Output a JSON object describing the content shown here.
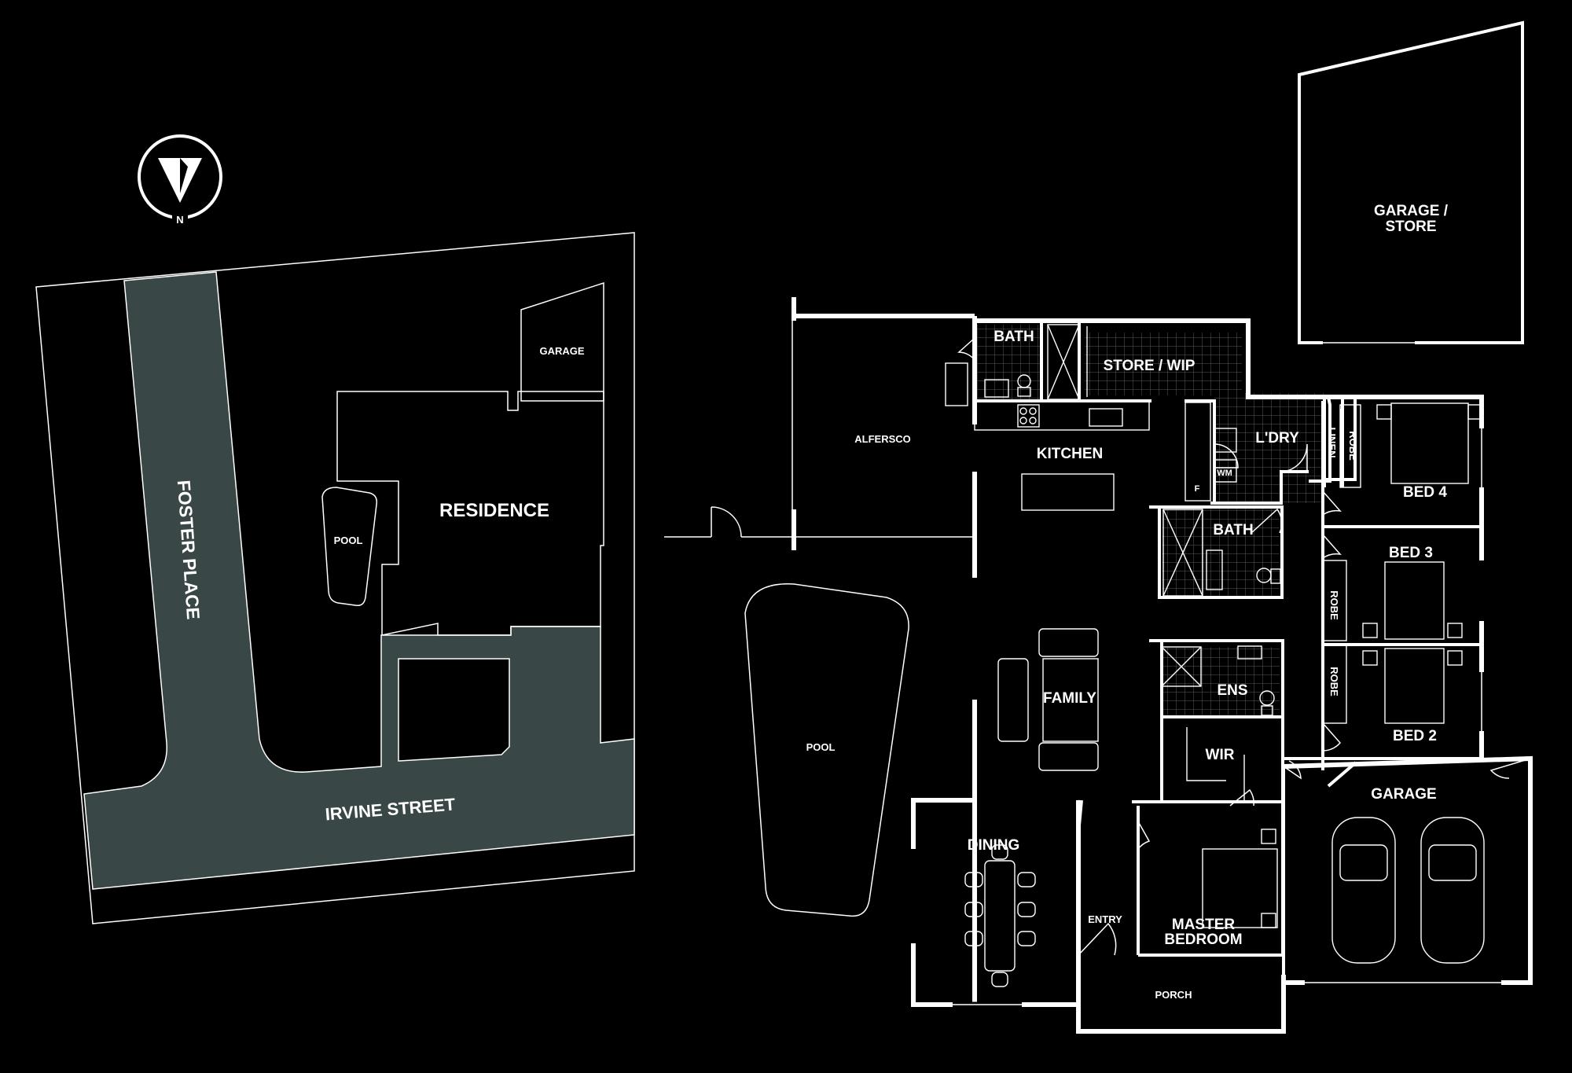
{
  "compass": {
    "north_label": "N"
  },
  "site_plan": {
    "street_south": "IRVINE STREET",
    "street_west": "FOSTER PLACE",
    "residence": "RESIDENCE",
    "garage": "GARAGE",
    "pool": "POOL"
  },
  "floor_plan": {
    "rooms": {
      "garage_store": [
        "GARAGE /",
        "STORE"
      ],
      "bath_1": "BATH",
      "store_wip": "STORE / WIP",
      "alfresco": "ALFERSCO",
      "kitchen": "KITCHEN",
      "laundry": "L'DRY",
      "linen": "LINEN",
      "robe_bed4": "ROBE",
      "bed_4": "BED 4",
      "bath_2": "BATH",
      "bed_3": "BED 3",
      "robe_bed3": "ROBE",
      "robe_bed2": "ROBE",
      "bed_2": "BED 2",
      "family": "FAMILY",
      "ensuite": "ENS",
      "wir": "WIR",
      "pool": "POOL",
      "dining": "DINING",
      "garage": "GARAGE",
      "master_bedroom": [
        "MASTER",
        "BEDROOM"
      ],
      "entry": "ENTRY",
      "porch": "PORCH",
      "washing_machine": "WM",
      "fridge": "F"
    }
  },
  "colors": {
    "background": "#000000",
    "lines": "#ffffff",
    "road": "#3a4747"
  }
}
